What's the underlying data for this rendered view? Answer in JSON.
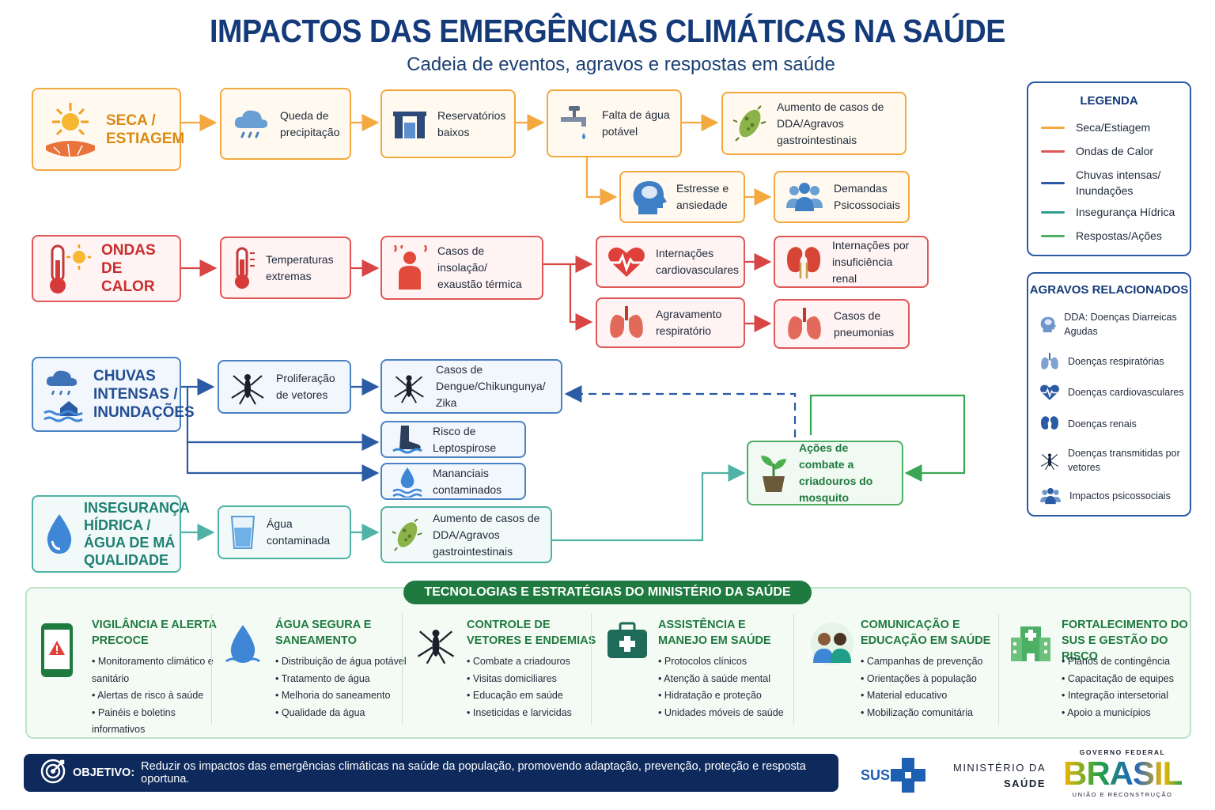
{
  "title": "IMPACTOS DAS EMERGÊNCIAS CLIMÁTICAS NA SAÚDE",
  "subtitle": "Cadeia de eventos, agravos e respostas em saúde",
  "colors": {
    "seca": "#f3a940",
    "calor": "#e05757",
    "chuva": "#2b5ba5",
    "hidrica": "#2f9e8f",
    "resposta": "#4caf63",
    "navy": "#0e2a5c"
  },
  "categories": {
    "seca": "SECA / ESTIAGEM",
    "calor": "ONDAS DE CALOR",
    "chuva": "CHUVAS INTENSAS / INUNDAÇÕES",
    "hidrica": "INSEGURANÇA HÍDRICA / ÁGUA DE MÁ QUALIDADE"
  },
  "nodes": {
    "queda": "Queda de precipitação",
    "reservatorios": "Reservatórios baixos",
    "falta_agua": "Falta de água potável",
    "aumento_dda_1": "Aumento de casos de DDA/Agravos gastrointestinais",
    "estresse": "Estresse e ansiedade",
    "demandas": "Demandas Psicossociais",
    "temperaturas": "Temperaturas extremas",
    "insolacao": "Casos de insolação/ exaustão térmica",
    "intern_cardio": "Internações cardiovasculares",
    "intern_renal": "Internações por insuficiência renal",
    "agravamento_resp": "Agravamento respiratório",
    "pneumonias": "Casos de pneumonias",
    "proliferacao": "Proliferação de vetores",
    "dengue": "Casos de Dengue/Chikungunya/ Zika",
    "leptospirose": "Risco de Leptospirose",
    "mananciais": "Mananciais contaminados",
    "agua_contaminada": "Água contaminada",
    "aumento_dda_2": "Aumento de casos de DDA/Agravos gastrointestinais",
    "acoes_combate": "Ações de combate a criadouros do mosquito"
  },
  "legend": {
    "title": "LEGENDA",
    "items": [
      "Seca/Estiagem",
      "Ondas de Calor",
      "Chuvas intensas/ Inundações",
      "Insegurança Hídrica",
      "Respostas/Ações"
    ]
  },
  "agravos": {
    "title": "AGRAVOS RELACIONADOS",
    "items": [
      "DDA: Doenças Diarreicas Agudas",
      "Doenças respiratórias",
      "Doenças cardiovasculares",
      "Doenças renais",
      "Doenças transmitidas por vetores",
      "Impactos psicossociais"
    ]
  },
  "strategies": {
    "title": "TECNOLOGIAS E ESTRATÉGIAS DO MINISTÉRIO DA SAÚDE",
    "columns": [
      {
        "heading": "VIGILÂNCIA E ALERTA PRECOCE",
        "items": [
          "Monitoramento climático e sanitário",
          "Alertas de risco à saúde",
          "Painéis e boletins informativos"
        ]
      },
      {
        "heading": "ÁGUA SEGURA E SANEAMENTO",
        "items": [
          "Distribuição de água potável",
          "Tratamento de água",
          "Melhoria do saneamento",
          "Qualidade da água"
        ]
      },
      {
        "heading": "CONTROLE DE VETORES E ENDEMIAS",
        "items": [
          "Combate a criadouros",
          "Visitas domiciliares",
          "Educação em saúde",
          "Inseticidas e larvicidas"
        ]
      },
      {
        "heading": "ASSISTÊNCIA E MANEJO EM SAÚDE",
        "items": [
          "Protocolos clínicos",
          "Atenção à saúde mental",
          "Hidratação e proteção",
          "Unidades móveis de saúde"
        ]
      },
      {
        "heading": "COMUNICAÇÃO E EDUCAÇÃO EM SAÚDE",
        "items": [
          "Campanhas de prevenção",
          "Orientações à população",
          "Material educativo",
          "Mobilização comunitária"
        ]
      },
      {
        "heading": "FORTALECIMENTO DO SUS E GESTÃO DO RISCO",
        "items": [
          "Planos de contingência",
          "Capacitação de equipes",
          "Integração intersetorial",
          "Apoio a municípios"
        ]
      }
    ]
  },
  "objective": {
    "label": "OBJETIVO:",
    "text": "Reduzir os impactos das emergências climáticas na saúde da população, promovendo adaptação, prevenção, proteção e resposta oportuna."
  },
  "logos": {
    "sus": "SUS",
    "ministerio_1": "MINISTÉRIO DA",
    "ministerio_2": "SAÚDE",
    "gov_top": "GOVERNO FEDERAL",
    "gov_main": "BRASIL",
    "gov_bottom": "UNIÃO E RECONSTRUÇÃO"
  }
}
